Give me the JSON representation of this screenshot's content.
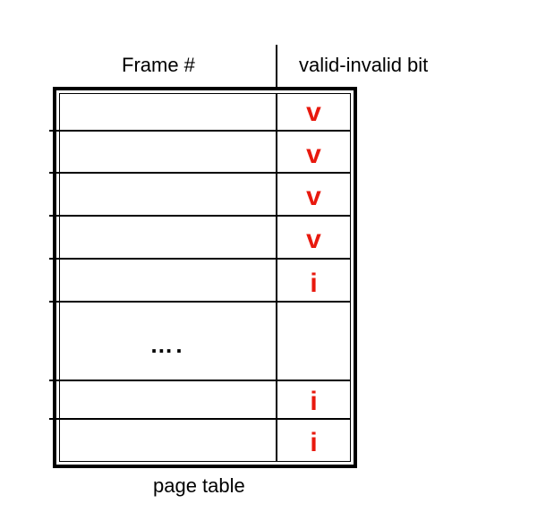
{
  "headers": {
    "frame": "Frame #",
    "bit": "valid-invalid bit"
  },
  "rows": [
    {
      "bit": "v"
    },
    {
      "bit": "v"
    },
    {
      "bit": "v"
    },
    {
      "bit": "v"
    },
    {
      "bit": "i"
    },
    {
      "bit": ""
    },
    {
      "bit": "i"
    },
    {
      "bit": "i"
    }
  ],
  "ellipsis": "….",
  "caption": "page table",
  "colors": {
    "bit": "#e8190e",
    "lines": "#000000"
  }
}
